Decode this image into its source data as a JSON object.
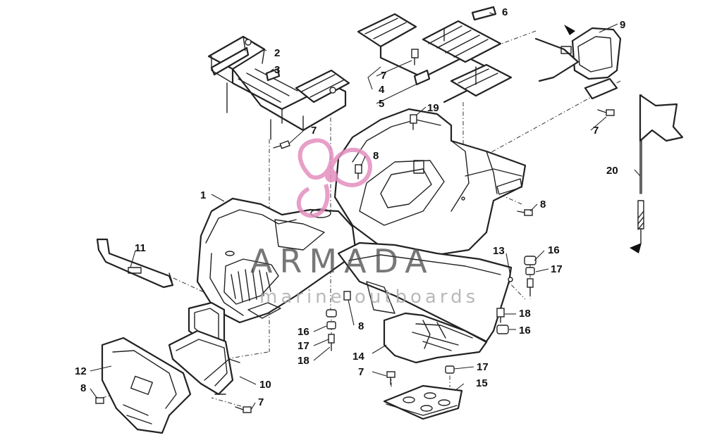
{
  "watermark": {
    "brand": "ARMADA",
    "tagline": "marine outboards",
    "logo_color": "#e38fbf",
    "text_color": "#4a4a4a"
  },
  "callouts": [
    {
      "id": "c1",
      "label": "1"
    },
    {
      "id": "c2",
      "label": "2"
    },
    {
      "id": "c3",
      "label": "3"
    },
    {
      "id": "c4",
      "label": "4"
    },
    {
      "id": "c5",
      "label": "5"
    },
    {
      "id": "c6",
      "label": "6"
    },
    {
      "id": "c7a",
      "label": "7"
    },
    {
      "id": "c7b",
      "label": "7"
    },
    {
      "id": "c7c",
      "label": "7"
    },
    {
      "id": "c7d",
      "label": "7"
    },
    {
      "id": "c7e",
      "label": "7"
    },
    {
      "id": "c8a",
      "label": "8"
    },
    {
      "id": "c8b",
      "label": "8"
    },
    {
      "id": "c8c",
      "label": "8"
    },
    {
      "id": "c8d",
      "label": "8"
    },
    {
      "id": "c9",
      "label": "9"
    },
    {
      "id": "c10",
      "label": "10"
    },
    {
      "id": "c11",
      "label": "11"
    },
    {
      "id": "c12",
      "label": "12"
    },
    {
      "id": "c13",
      "label": "13"
    },
    {
      "id": "c14",
      "label": "14"
    },
    {
      "id": "c15",
      "label": "15"
    },
    {
      "id": "c16a",
      "label": "16"
    },
    {
      "id": "c16b",
      "label": "16"
    },
    {
      "id": "c16c",
      "label": "16"
    },
    {
      "id": "c17a",
      "label": "17"
    },
    {
      "id": "c17b",
      "label": "17"
    },
    {
      "id": "c17c",
      "label": "17"
    },
    {
      "id": "c18a",
      "label": "18"
    },
    {
      "id": "c18b",
      "label": "18"
    },
    {
      "id": "c19",
      "label": "19"
    },
    {
      "id": "c20",
      "label": "20"
    }
  ]
}
